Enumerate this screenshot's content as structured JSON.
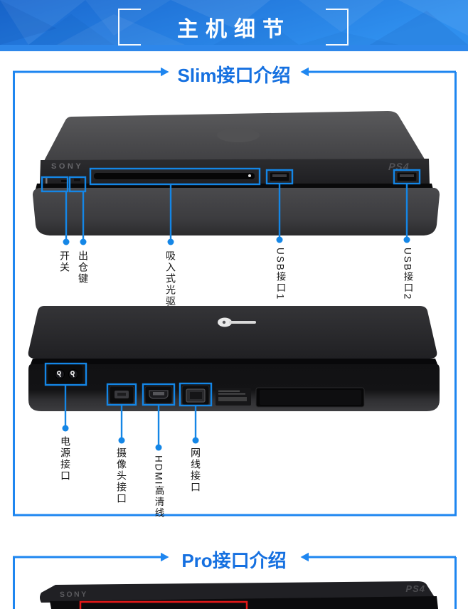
{
  "banner": {
    "title": "主机细节"
  },
  "slim": {
    "header": "Slim接口介绍",
    "brand": "SONY",
    "logo": "PS4",
    "front_labels": [
      "开关",
      "出仓键",
      "吸入式光驱",
      "USB接口1",
      "USB接口2"
    ],
    "back_labels": [
      "电源接口",
      "摄像头接口",
      "HDMI高清线",
      "网线接口"
    ]
  },
  "pro": {
    "header": "Pro接口介绍",
    "brand": "SONY",
    "logo": "PS4"
  },
  "colors": {
    "accent_blue": "#1486e6",
    "frame_blue": "#1e86f0",
    "header_text_blue": "#1570e0",
    "banner_blue_dark": "#1a68cf",
    "banner_blue_light": "#2f8fee",
    "highlight_red": "#e51818"
  }
}
